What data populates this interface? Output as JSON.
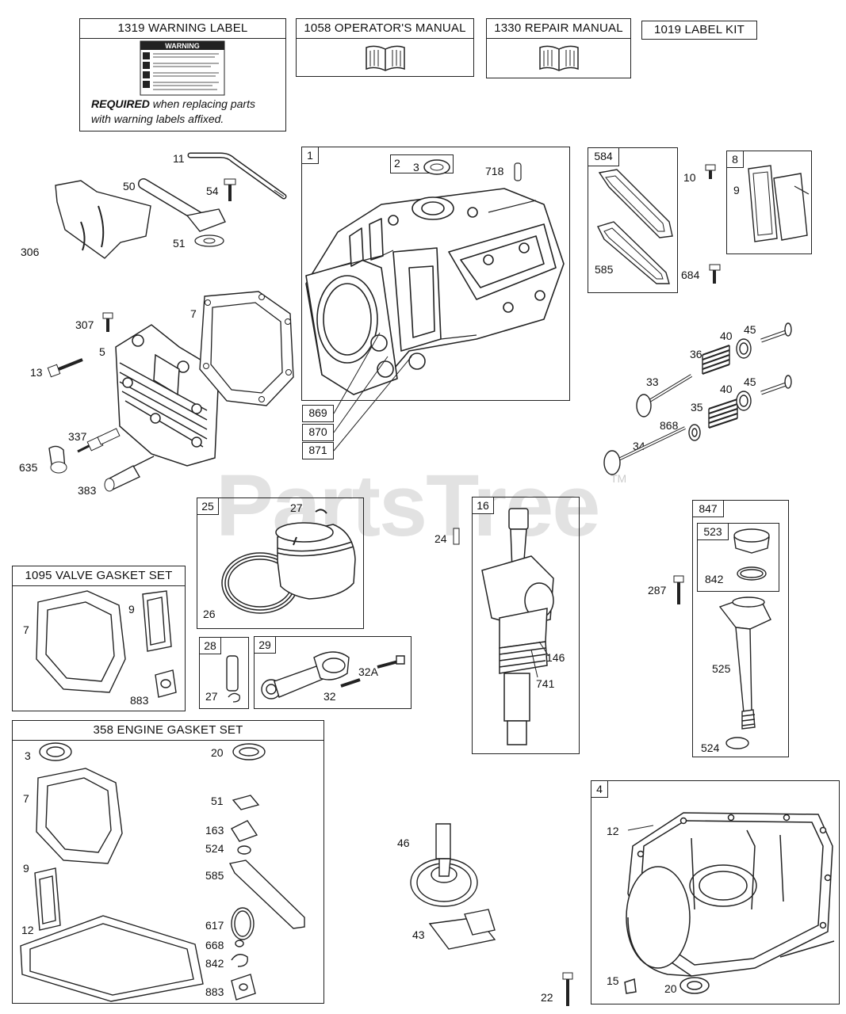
{
  "headers": {
    "warning_label": "1319 WARNING LABEL",
    "operators_manual": "1058 OPERATOR'S MANUAL",
    "repair_manual": "1330 REPAIR MANUAL",
    "label_kit": "1019 LABEL KIT",
    "warning_word": "WARNING",
    "required_bold": "REQUIRED",
    "required_rest": " when replacing parts",
    "required_line2": "with warning labels affixed.",
    "valve_gasket_set": "1095 VALVE GASKET SET",
    "engine_gasket_set": "358 ENGINE GASKET SET"
  },
  "watermark": {
    "text": "PartsTree",
    "tm": "TM"
  },
  "box_tags": {
    "b1": "1",
    "b2": "2",
    "b584": "584",
    "b8": "8",
    "b25": "25",
    "b16": "16",
    "b847": "847",
    "b523": "523",
    "b28": "28",
    "b29": "29",
    "b4": "4"
  },
  "stack_tags": [
    "869",
    "870",
    "871"
  ],
  "callouts": {
    "c11": "11",
    "c50": "50",
    "c54": "54",
    "c51": "51",
    "c306": "306",
    "c3": "3",
    "c718": "718",
    "c10": "10",
    "c9": "9",
    "c585": "585",
    "c684": "684",
    "c307": "307",
    "c7": "7",
    "c13": "13",
    "c5": "5",
    "c337": "337",
    "c635": "635",
    "c383": "383",
    "c40a": "40",
    "c45a": "45",
    "c36": "36",
    "c33": "33",
    "c40b": "40",
    "c45b": "45",
    "c35": "35",
    "c868": "868",
    "c34": "34",
    "c27a": "27",
    "c26": "26",
    "c24": "24",
    "c287": "287",
    "c842": "842",
    "c525": "525",
    "c524": "524",
    "c146": "146",
    "c741": "741",
    "vg7": "7",
    "vg9": "9",
    "vg883": "883",
    "c27b": "27",
    "c32a": "32A",
    "c32": "32",
    "eg3": "3",
    "eg20": "20",
    "eg7": "7",
    "eg51": "51",
    "eg163": "163",
    "eg524": "524",
    "eg9": "9",
    "eg585": "585",
    "eg12": "12",
    "eg617": "617",
    "eg668": "668",
    "eg842": "842",
    "eg883": "883",
    "c46": "46",
    "c43": "43",
    "c22": "22",
    "c12": "12",
    "c15": "15",
    "c20": "20"
  },
  "icons": [
    "warning-sticker-icon",
    "book-icon"
  ],
  "colors": {
    "line": "#222222",
    "watermark": "#969696"
  }
}
